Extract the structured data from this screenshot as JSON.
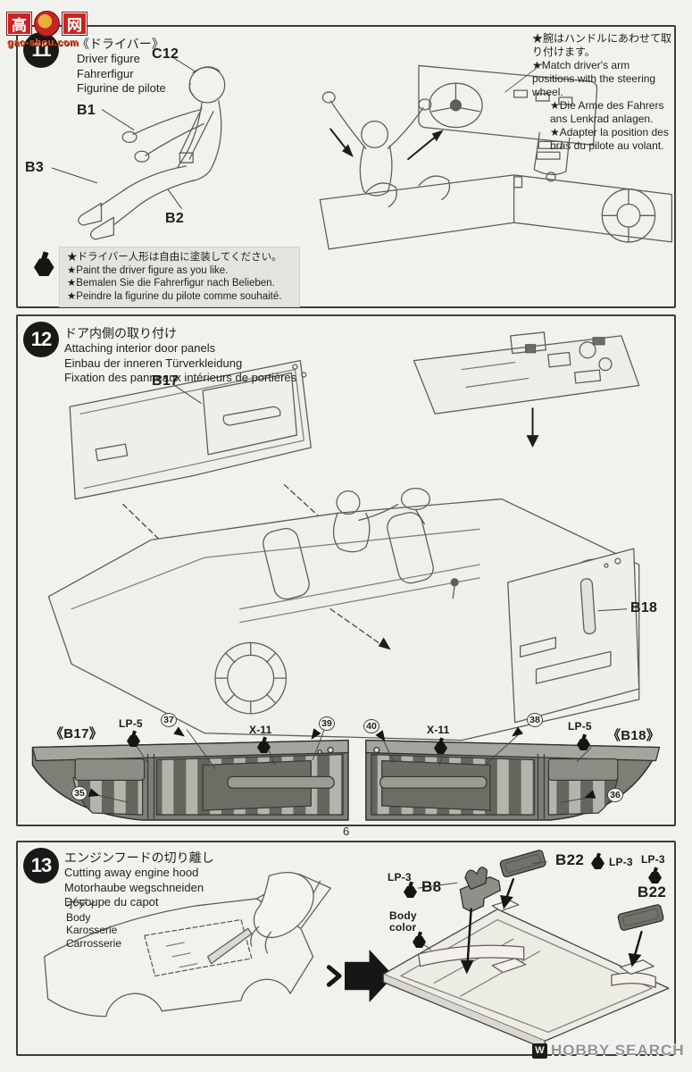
{
  "watermark": {
    "char_left": "高",
    "char_right": "网",
    "site": "gao-shou.com"
  },
  "page": {
    "number": "6"
  },
  "footer": {
    "logo_w": "W",
    "hobby_search": "HOBBY SEARCH"
  },
  "pots": {
    "lp5": "LP-5",
    "x11": "X-11",
    "lp3": "LP-3"
  },
  "step11": {
    "num": "11",
    "title_ja": "《ドライバー》",
    "title_en": "Driver figure",
    "title_de": "Fahrerfigur",
    "title_fr": "Figurine de pilote",
    "label_c12": "C12",
    "label_b1": "B1",
    "label_b3": "B3",
    "label_b2": "B2",
    "note_ja": "★腕はハンドルにあわせて取り付けます。",
    "note_en": "★Match driver's arm positions with the steering wheel.",
    "note_de": "★Die Arme des Fahrers ans Lenkrad anlagen.",
    "note_fr": "★Adapter la position des bras du pilote au volant.",
    "paint_ja": "★ドライバー人形は自由に塗装してください。",
    "paint_en": "★Paint the driver figure as you like.",
    "paint_de": "★Bemalen Sie die Fahrerfigur nach Belieben.",
    "paint_fr": "★Peindre la figurine du pilote comme souhaité."
  },
  "step12": {
    "num": "12",
    "title_ja": "ドア内側の取り付け",
    "title_en": "Attaching interior door panels",
    "title_de": "Einbau der inneren Türverkleidung",
    "title_fr": "Fixation des panneaux intérieurs de portières",
    "label_b17": "B17",
    "label_b18": "B18",
    "panel_left_name": "《B17》",
    "panel_right_name": "《B18》",
    "n35": "35",
    "n36": "36",
    "n37": "37",
    "n38": "38",
    "n39": "39",
    "n40": "40"
  },
  "step13": {
    "num": "13",
    "title_ja": "エンジンフードの切り離し",
    "title_en": "Cutting away engine hood",
    "title_de": "Motorhaube wegschneiden",
    "title_fr": "Découpe du capot",
    "body_ja": "ボディ",
    "body_en": "Body",
    "body_de": "Karosserie",
    "body_fr": "Carrosserie",
    "label_b8": "B8",
    "label_b22": "B22",
    "body_color": "Body color"
  }
}
